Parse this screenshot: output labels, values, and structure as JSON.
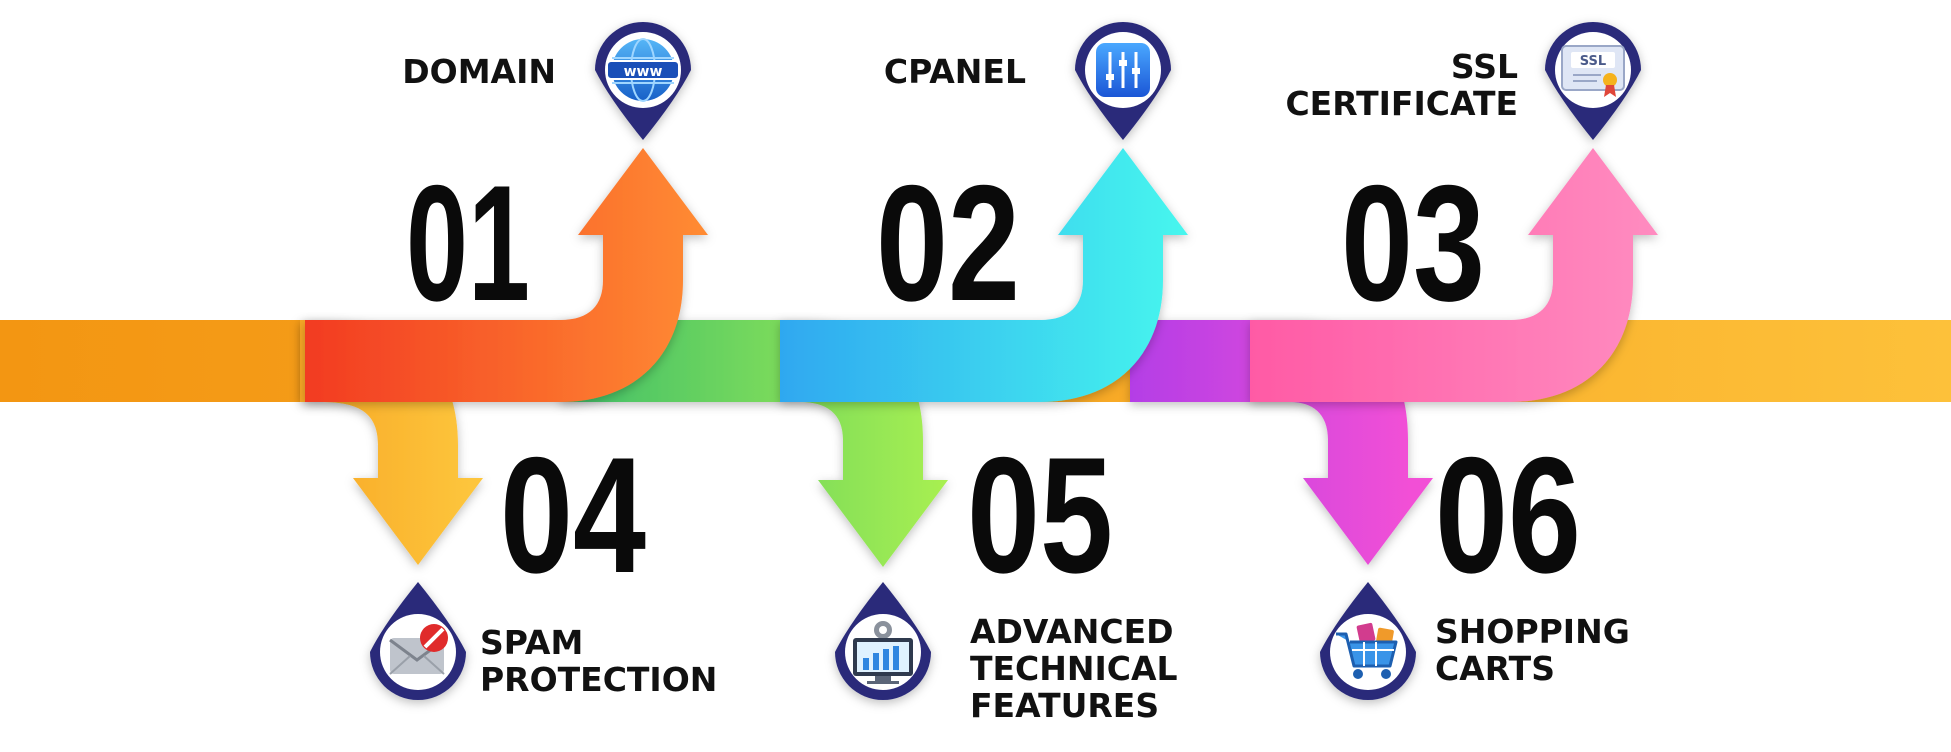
{
  "steps": [
    {
      "number": "01",
      "label_lines": [
        "DOMAIN"
      ],
      "icon": "www-globe-icon",
      "color": "#ff6a2a"
    },
    {
      "number": "02",
      "label_lines": [
        "CPANEL"
      ],
      "icon": "control-sliders-icon",
      "color": "#3fd6ef"
    },
    {
      "number": "03",
      "label_lines": [
        "SSL",
        "CERTIFICATE"
      ],
      "icon": "ssl-certificate-icon",
      "color": "#ff7fb6"
    },
    {
      "number": "04",
      "label_lines": [
        "SPAM",
        "PROTECTION"
      ],
      "icon": "spam-mail-icon",
      "color": "#fbbf37"
    },
    {
      "number": "05",
      "label_lines": [
        "ADVANCED",
        "TECHNICAL",
        "FEATURES"
      ],
      "icon": "analytics-monitor-icon",
      "color": "#8ee85a"
    },
    {
      "number": "06",
      "label_lines": [
        "SHOPPING",
        "CARTS"
      ],
      "icon": "shopping-cart-icon",
      "color": "#d64be6"
    }
  ]
}
